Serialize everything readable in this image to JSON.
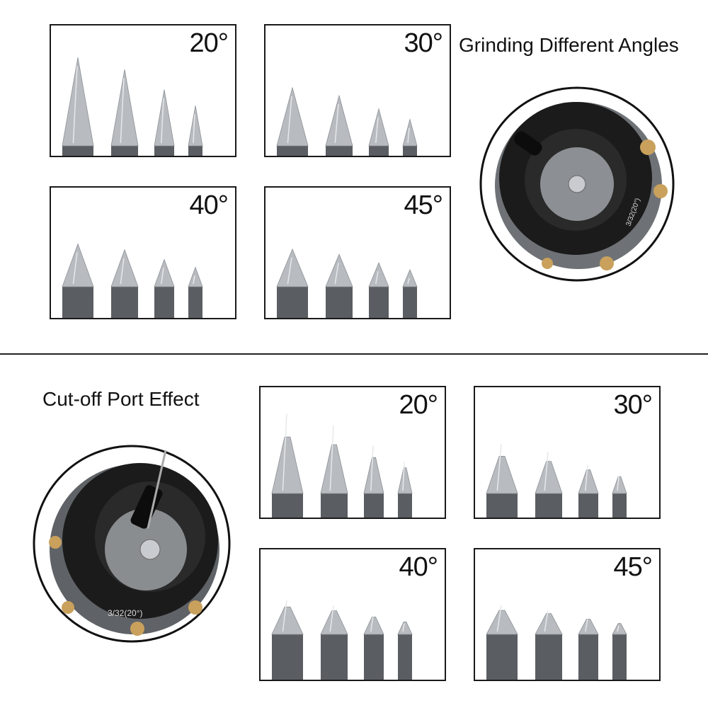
{
  "top_section": {
    "caption": "Grinding Different Angles",
    "panels": [
      {
        "angle": "20°",
        "style": "pointed"
      },
      {
        "angle": "30°",
        "style": "pointed"
      },
      {
        "angle": "40°",
        "style": "pointed"
      },
      {
        "angle": "45°",
        "style": "pointed"
      }
    ]
  },
  "bottom_section": {
    "caption": "Cut-off Port Effect",
    "panels": [
      {
        "angle": "20°",
        "style": "truncated"
      },
      {
        "angle": "30°",
        "style": "truncated"
      },
      {
        "angle": "40°",
        "style": "truncated"
      },
      {
        "angle": "45°",
        "style": "truncated"
      }
    ]
  },
  "tool_marking": "3/32(20°)",
  "colors": {
    "frame": "#1a1a1a",
    "metal": "#b8bcc0",
    "shaft": "#5a5d61",
    "brass": "#c9a15c"
  }
}
